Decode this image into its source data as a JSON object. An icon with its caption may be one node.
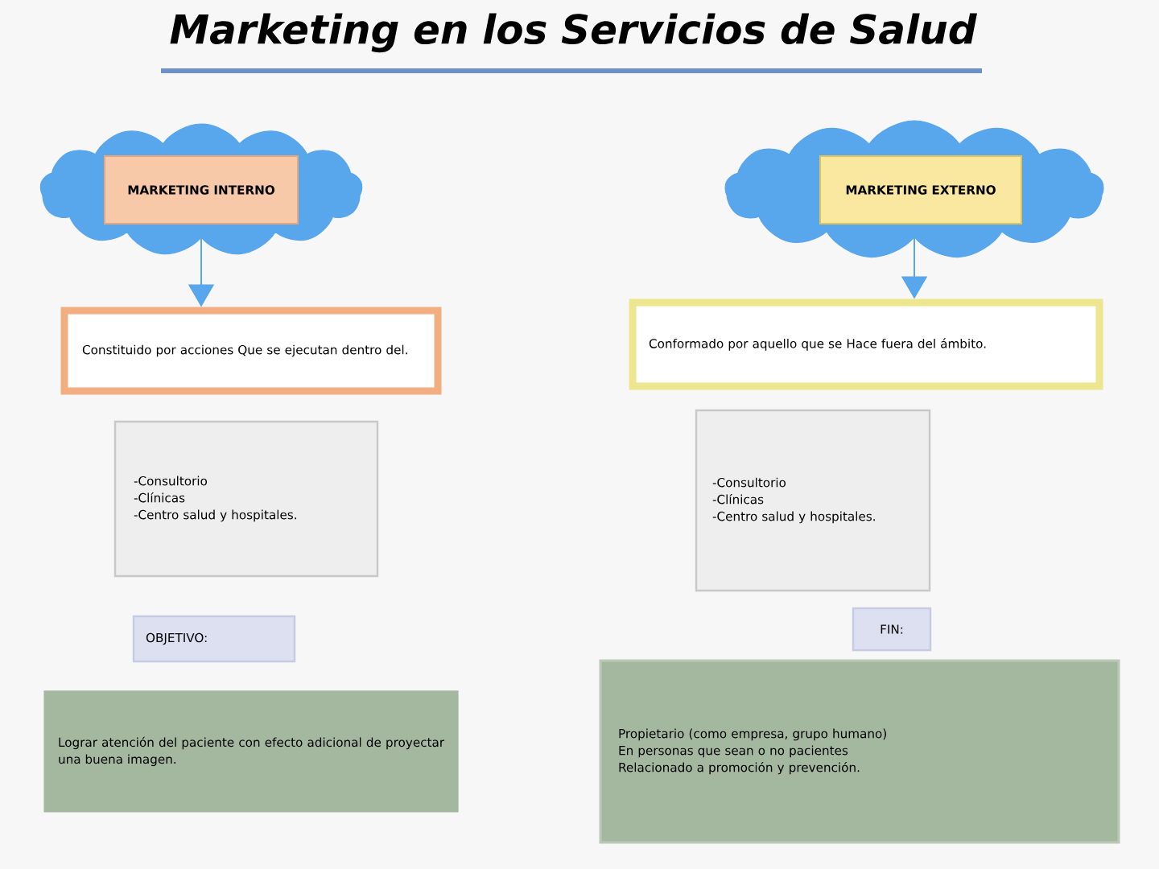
{
  "diagram": {
    "title": "Marketing en los Servicios de Salud",
    "nodes": [
      {
        "text": [],
        "shape": "cloud"
      },
      {
        "text": [
          "MARKETING INTERNO"
        ],
        "in": 0
      },
      {
        "text": [],
        "shape": "cloud"
      },
      {
        "text": [
          "MARKETING EXTERNO"
        ],
        "in": 2
      },
      {
        "text": [
          "Constituido por acciones Que se ejecutan dentro del."
        ]
      },
      {
        "text": [
          "Conformado por aquello que se Hace fuera del ámbito."
        ]
      },
      {
        "text": [
          "-Consultorio",
          "-Clínicas",
          "-Centro salud y hospitales."
        ]
      },
      {
        "text": [
          "-Consultorio",
          "-Clínicas",
          "-Centro salud y hospitales."
        ]
      },
      {
        "text": [
          "OBJETIVO:"
        ]
      },
      {
        "text": [
          "FIN:"
        ]
      },
      {
        "text": [
          "Lograr atención del paciente con efecto adicional de proyectar una buena imagen."
        ]
      },
      {
        "text": [
          "Propietario (como empresa, grupo humano)",
          "En personas que sean o no pacientes",
          "Relacionado a promoción y prevención."
        ]
      }
    ],
    "edges": [
      {
        "from": 0,
        "to": 4,
        "arrow": "to"
      },
      {
        "from": 2,
        "to": 5,
        "arrow": "to"
      }
    ]
  }
}
